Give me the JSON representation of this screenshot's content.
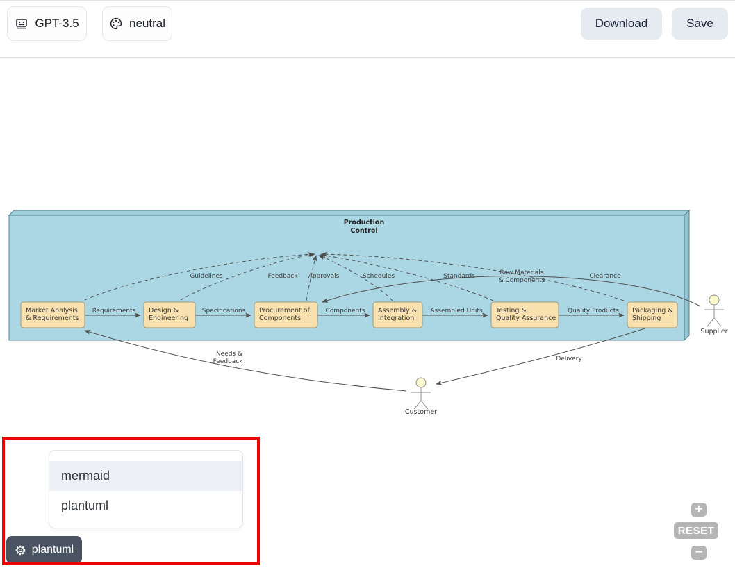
{
  "header": {
    "model_button_label": "GPT-3.5",
    "theme_button_label": "neutral",
    "download_label": "Download",
    "save_label": "Save"
  },
  "diagram": {
    "container": {
      "title_line1": "Production",
      "title_line2": "Control"
    },
    "boxes": [
      {
        "line1": "Market Analysis",
        "line2": "& Requirements"
      },
      {
        "line1": "Design &",
        "line2": "Engineering"
      },
      {
        "line1": "Procurement of",
        "line2": "Components"
      },
      {
        "line1": "Assembly &",
        "line2": "Integration"
      },
      {
        "line1": "Testing &",
        "line2": "Quality Assurance"
      },
      {
        "line1": "Packaging &",
        "line2": "Shipping"
      }
    ],
    "flow_labels": [
      "Requirements",
      "Specifications",
      "Components",
      "Assembled Units",
      "Quality Products"
    ],
    "control_labels": [
      "Guidelines",
      "Feedback",
      "Approvals",
      "Schedules",
      "Standards",
      "Clearance"
    ],
    "supplier_edge": {
      "line1": "Raw Materials",
      "line2": "& Components"
    },
    "customer_edges": {
      "needs_line1": "Needs &",
      "needs_line2": "Feedback",
      "delivery": "Delivery"
    },
    "actors": {
      "supplier": "Supplier",
      "customer": "Customer"
    },
    "colors": {
      "container_fill": "#ABD7E4",
      "container_side": "#93C4D3",
      "container_border": "#54808d",
      "process_box_fill": "#F8E1AF",
      "edge": "#4f4f4f",
      "actor_head_fill": "#FCF8CD"
    }
  },
  "format_menu": {
    "options": [
      {
        "label": "mermaid"
      },
      {
        "label": "plantuml"
      }
    ]
  },
  "format_button_label": "plantuml",
  "zoom_controls": {
    "zoom_in": "+",
    "reset": "RESET",
    "zoom_out": "−"
  },
  "annotation": {
    "highlight_color": "#ec0404"
  }
}
